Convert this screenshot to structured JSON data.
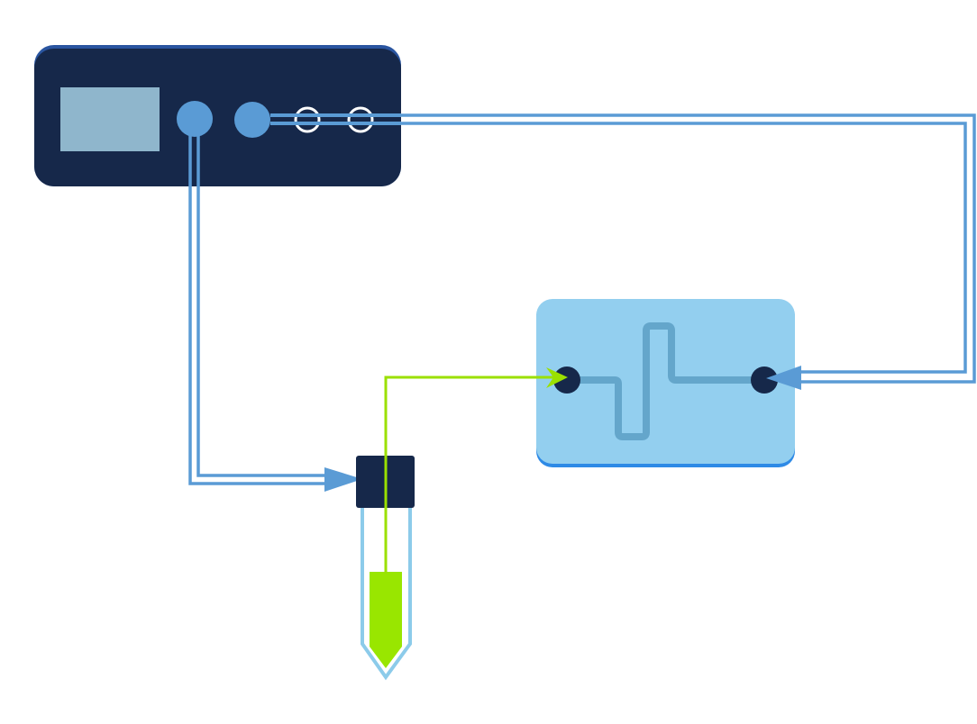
{
  "colors": {
    "device_body": "#16284a",
    "device_top_edge": "#2a55a0",
    "device_screen": "#8fb6cc",
    "port_blue": "#5a9bd5",
    "tubing_blue": "#5a9bd5",
    "flow_green": "#9be000",
    "liquid_green": "#99e600",
    "tube_outline": "#8ccbea",
    "chip_fill": "#93cfef",
    "chip_edge": "#2e8ae6",
    "chip_channel": "#64a6cb",
    "port_dark": "#16284a"
  },
  "components": [
    {
      "id": "controller-device",
      "icon": "pressure-controller-icon"
    },
    {
      "id": "sample-tube",
      "icon": "test-tube-icon"
    },
    {
      "id": "microfluidic-chip",
      "icon": "microfluidic-chip-icon"
    }
  ]
}
